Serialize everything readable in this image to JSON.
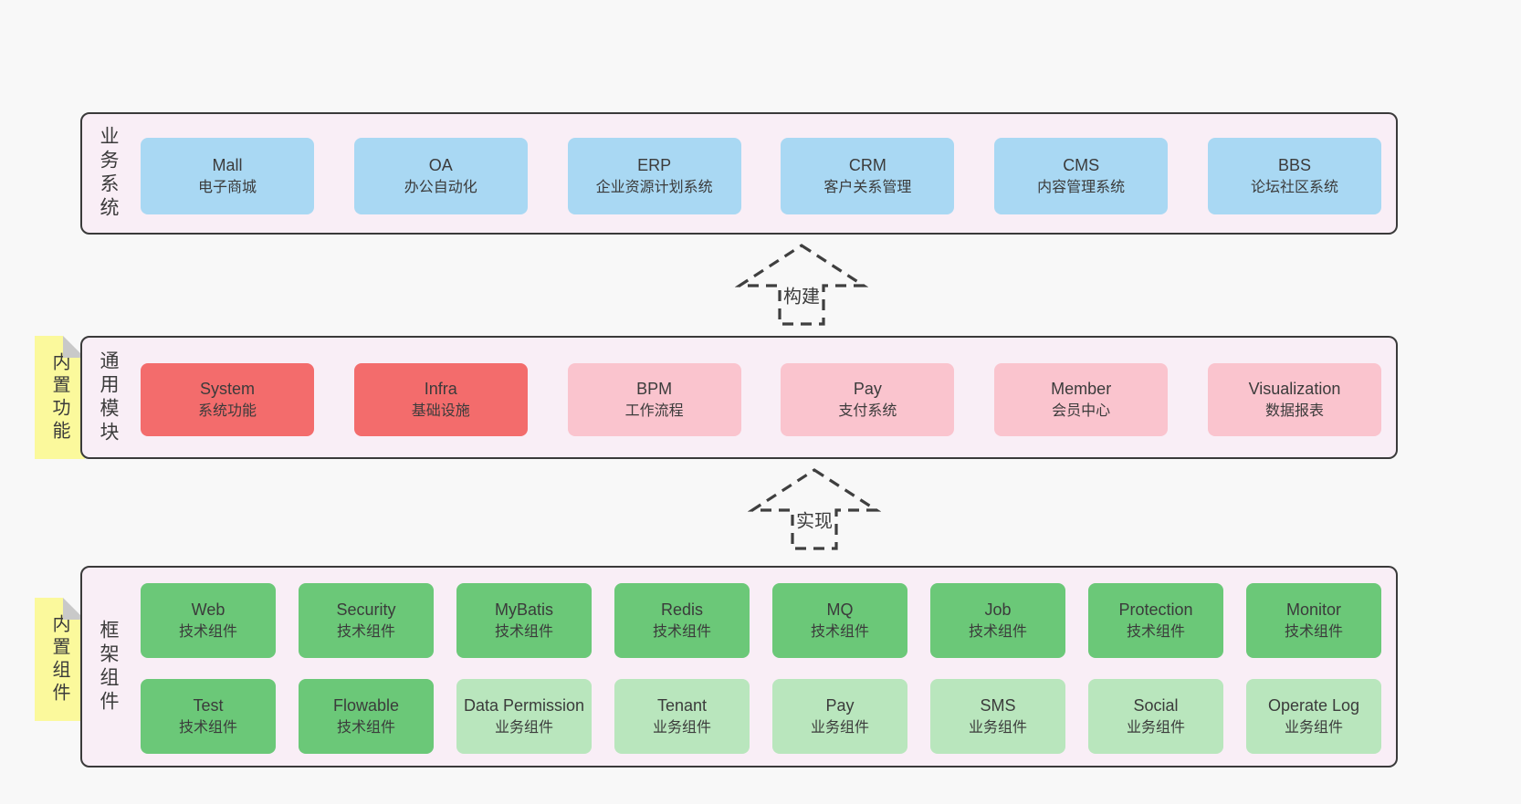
{
  "colors": {
    "page_bg": "#f8f8f8",
    "panel_bg": "#f9eef6",
    "panel_border": "#3a3a3a",
    "blue_box": "#a9d8f3",
    "red_box": "#f36c6c",
    "pink_box": "#fac4ce",
    "green_box": "#6bc878",
    "light_green_box": "#b9e6bd",
    "sticky_note": "#fbf99c",
    "sticky_fold": "#c9c9c9",
    "text": "#3b3b3b"
  },
  "business": {
    "label": "业务系统",
    "items": [
      {
        "name": "Mall",
        "desc": "电子商城",
        "variant": "blue"
      },
      {
        "name": "OA",
        "desc": "办公自动化",
        "variant": "blue"
      },
      {
        "name": "ERP",
        "desc": "企业资源计划系统",
        "variant": "blue"
      },
      {
        "name": "CRM",
        "desc": "客户关系管理",
        "variant": "blue"
      },
      {
        "name": "CMS",
        "desc": "内容管理系统",
        "variant": "blue"
      },
      {
        "name": "BBS",
        "desc": "论坛社区系统",
        "variant": "blue"
      }
    ]
  },
  "arrow_build": {
    "label": "构建"
  },
  "modules": {
    "label": "通用模块",
    "tag": "内置功能",
    "items": [
      {
        "name": "System",
        "desc": "系统功能",
        "variant": "red"
      },
      {
        "name": "Infra",
        "desc": "基础设施",
        "variant": "red"
      },
      {
        "name": "BPM",
        "desc": "工作流程",
        "variant": "pink"
      },
      {
        "name": "Pay",
        "desc": "支付系统",
        "variant": "pink"
      },
      {
        "name": "Member",
        "desc": "会员中心",
        "variant": "pink"
      },
      {
        "name": "Visualization",
        "desc": "数据报表",
        "variant": "pink"
      }
    ]
  },
  "arrow_implement": {
    "label": "实现"
  },
  "framework": {
    "label": "框架组件",
    "tag": "内置组件",
    "row1": [
      {
        "name": "Web",
        "desc": "技术组件",
        "variant": "green"
      },
      {
        "name": "Security",
        "desc": "技术组件",
        "variant": "green"
      },
      {
        "name": "MyBatis",
        "desc": "技术组件",
        "variant": "green"
      },
      {
        "name": "Redis",
        "desc": "技术组件",
        "variant": "green"
      },
      {
        "name": "MQ",
        "desc": "技术组件",
        "variant": "green"
      },
      {
        "name": "Job",
        "desc": "技术组件",
        "variant": "green"
      },
      {
        "name": "Protection",
        "desc": "技术组件",
        "variant": "green"
      },
      {
        "name": "Monitor",
        "desc": "技术组件",
        "variant": "green"
      }
    ],
    "row2": [
      {
        "name": "Test",
        "desc": "技术组件",
        "variant": "green"
      },
      {
        "name": "Flowable",
        "desc": "技术组件",
        "variant": "green"
      },
      {
        "name": "Data Permission",
        "desc": "业务组件",
        "variant": "light-green"
      },
      {
        "name": "Tenant",
        "desc": "业务组件",
        "variant": "light-green"
      },
      {
        "name": "Pay",
        "desc": "业务组件",
        "variant": "light-green"
      },
      {
        "name": "SMS",
        "desc": "业务组件",
        "variant": "light-green"
      },
      {
        "name": "Social",
        "desc": "业务组件",
        "variant": "light-green"
      },
      {
        "name": "Operate Log",
        "desc": "业务组件",
        "variant": "light-green"
      }
    ]
  }
}
